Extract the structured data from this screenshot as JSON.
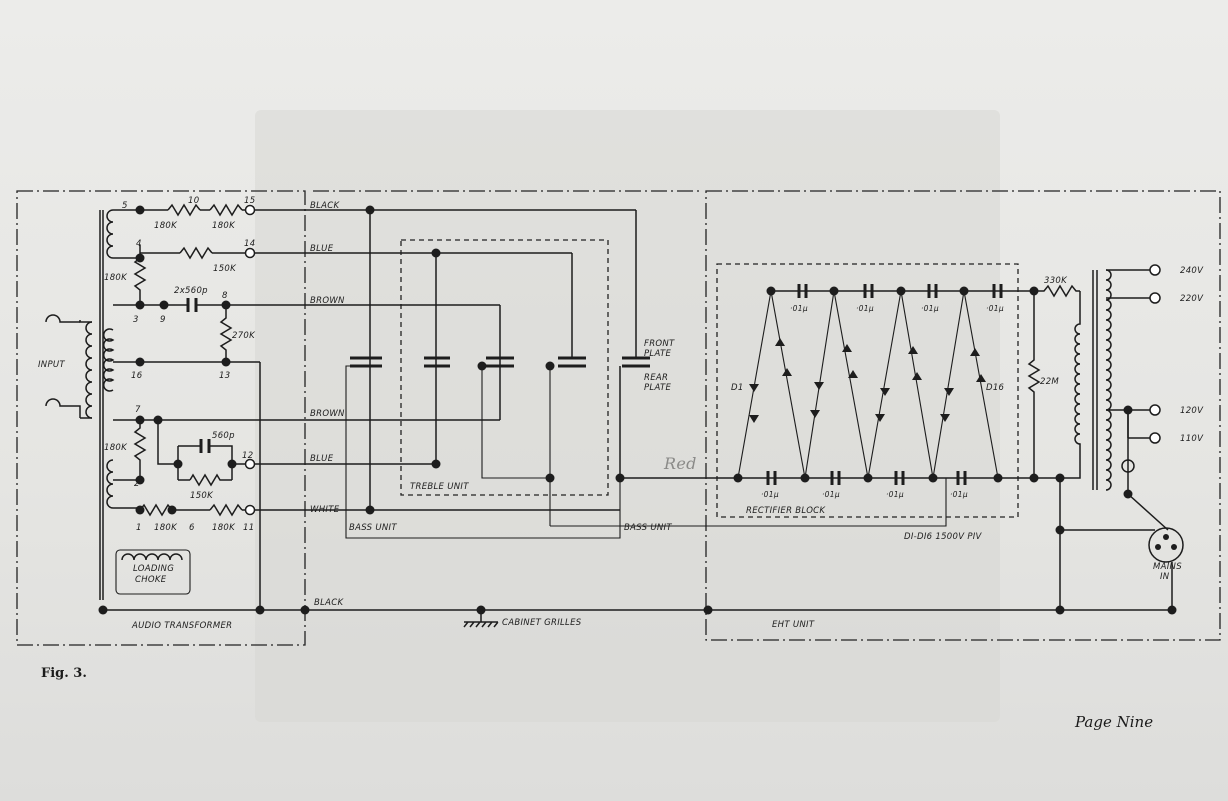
{
  "figure_caption": "Fig. 3.",
  "page_footer": "Page Nine",
  "blocks": {
    "audio_transformer": "AUDIO TRANSFORMER",
    "input": "INPUT",
    "loading_choke_1": "LOADING",
    "loading_choke_2": "CHOKE",
    "treble_unit": "TREBLE UNIT",
    "bass_unit_left": "BASS UNIT",
    "bass_unit_right": "BASS UNIT",
    "front_plate_1": "FRONT",
    "front_plate_2": "PLATE",
    "rear_plate_1": "REAR",
    "rear_plate_2": "PLATE",
    "rectifier_block": "RECTIFIER BLOCK",
    "diode_rating": "DI-DI6 1500V PIV",
    "eht_unit": "EHT UNIT",
    "cabinet_grilles": "CABINET GRILLES",
    "mains_in_1": "MAINS",
    "mains_in_2": "IN"
  },
  "wires": {
    "black_top": "BLACK",
    "blue_top": "BLUE",
    "brown_top": "BROWN",
    "brown_bottom": "BROWN",
    "blue_bottom": "BLUE",
    "white": "WHITE",
    "black_bottom": "BLACK"
  },
  "handwritten_note": "Red",
  "nodes": [
    "5",
    "10",
    "15",
    "14",
    "4",
    "3",
    "9",
    "8",
    "16",
    "13",
    "7",
    "12",
    "2",
    "1",
    "6",
    "11"
  ],
  "components": {
    "r_5_10": "180K",
    "r_10_15": "180K",
    "r_4_14": "150K",
    "r_4_3": "180K",
    "c_9_8": "2x560p",
    "r_8_13": "270K",
    "r_7_2": "180K",
    "c_560p": "560p",
    "r_150k_bottom": "150K",
    "r_1_6": "180K",
    "r_6_11": "180K",
    "r_330k": "330K",
    "r_22m": "22M",
    "rect_cap_top": [
      "·01µ",
      "·01µ",
      "·01µ",
      "·01µ"
    ],
    "rect_cap_bottom": [
      "·01µ",
      "·01µ",
      "·01µ",
      "·01µ"
    ],
    "diode_first": "D1",
    "diode_last": "D16"
  },
  "mains_taps": [
    "240V",
    "220V",
    "120V",
    "110V"
  ]
}
